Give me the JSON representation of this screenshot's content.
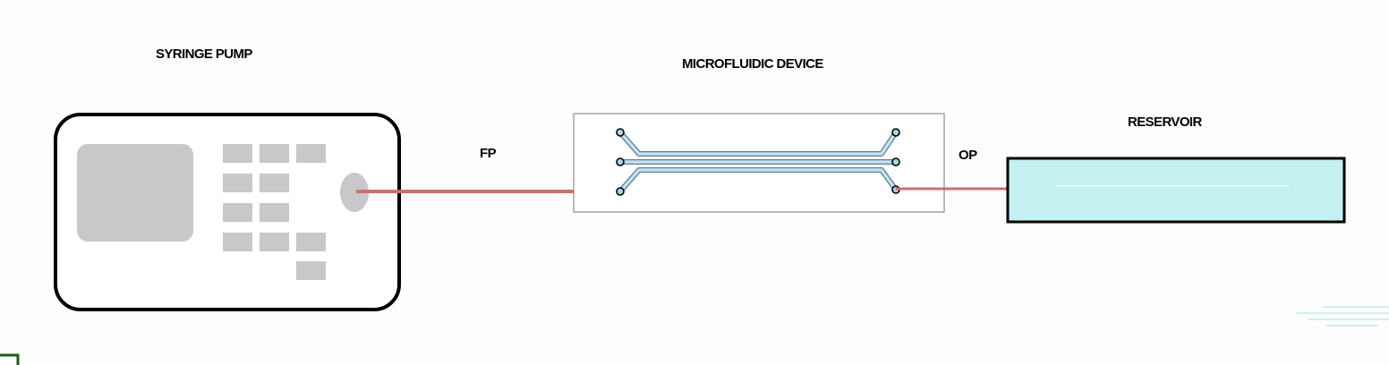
{
  "labels": {
    "syringe_pump": "SYRINGE PUMP",
    "microfluidic_device": "MICROFLUIDIC DEVICE",
    "reservoir": "RESERVOIR",
    "fp": "FP",
    "op": "OP"
  },
  "colors": {
    "tubing": "#c9706f",
    "channel_fill": "#c4e2ee",
    "channel_stroke": "#5e7f92",
    "reservoir_fill": "#c4f0ef",
    "pump_key": "#c8c8cb",
    "outline": "#000000"
  }
}
